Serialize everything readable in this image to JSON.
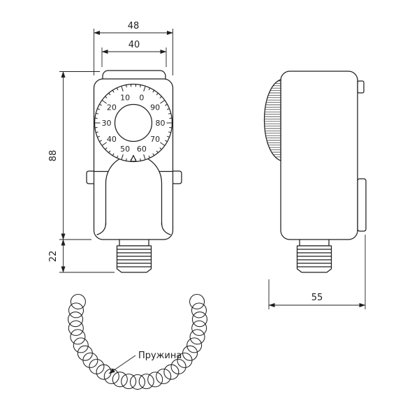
{
  "drawing": {
    "front_view": {
      "dim_width_outer": "48",
      "dim_width_inner": "40",
      "dim_height_body": "88",
      "dim_height_stem": "22",
      "dial_labels": [
        "0",
        "10",
        "20",
        "30",
        "40",
        "50",
        "60",
        "70",
        "80",
        "90"
      ]
    },
    "side_view": {
      "dim_depth": "55"
    },
    "spring": {
      "label": "Пружина"
    }
  },
  "colors": {
    "line": "#1f1f1f",
    "background": "#ffffff"
  }
}
